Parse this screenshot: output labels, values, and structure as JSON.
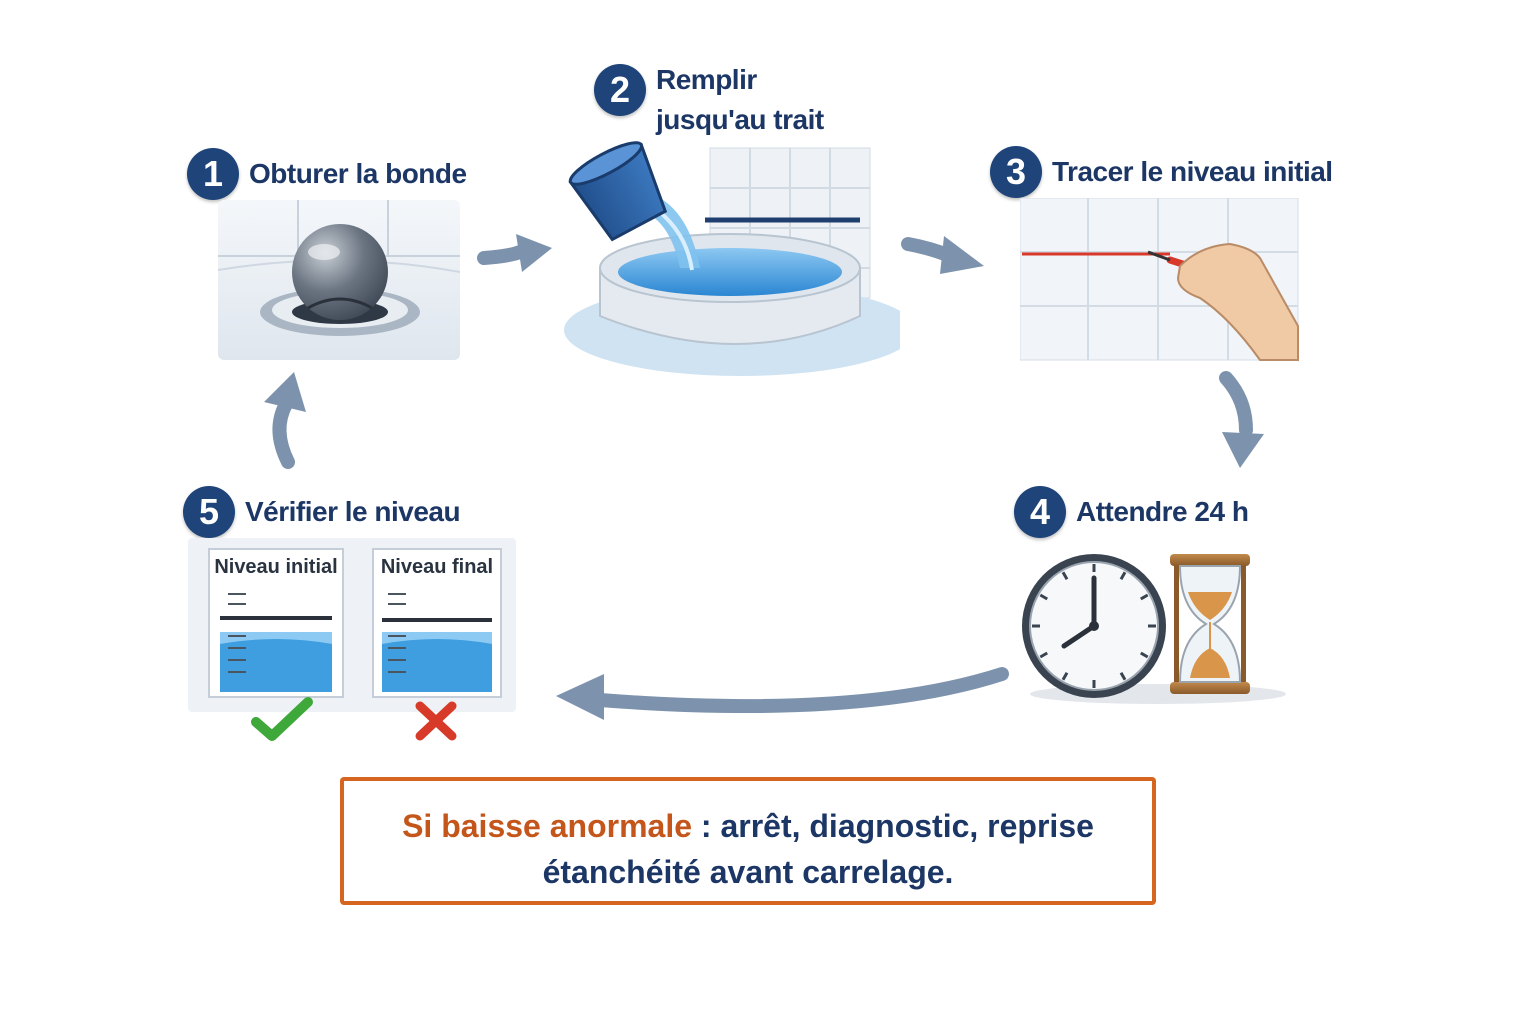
{
  "steps": [
    {
      "number": "1",
      "label": "Obturer la bonde"
    },
    {
      "number": "2",
      "label_line1": "Remplir",
      "label_line2": "jusqu'au trait"
    },
    {
      "number": "3",
      "label": "Tracer le niveau initial"
    },
    {
      "number": "4",
      "label": "Attendre 24 h"
    },
    {
      "number": "5",
      "label": "Vérifier le niveau"
    }
  ],
  "level_cards": {
    "initial": "Niveau initial",
    "final": "Niveau final"
  },
  "note": {
    "highlight": "Si baisse anormale",
    "text_line1": " : arrêt, diagnostic, reprise",
    "text_line2": "étanchéité avant carrelage."
  },
  "colors": {
    "badge": "#1f4479",
    "text": "#1c3766",
    "arrow": "#7d93ad",
    "accent": "#d6661f",
    "water": "#3e9ee0",
    "check": "#3fa83a",
    "cross": "#d83a2a",
    "trace": "#d8392b"
  }
}
